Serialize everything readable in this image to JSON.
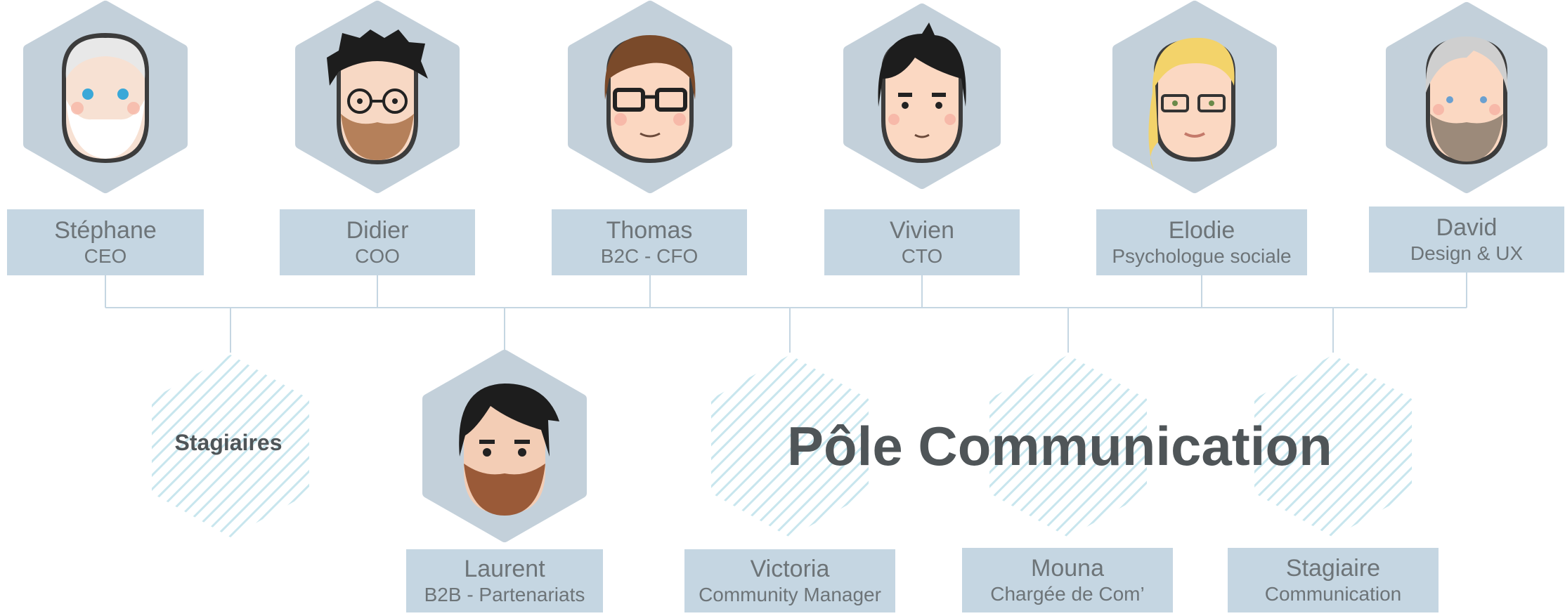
{
  "colors": {
    "hex_fill": "#c3d0da",
    "label_fill": "#c5d6e2",
    "label_text": "#6d7478",
    "connector": "#c5d6e2",
    "hatch": "#c8e6ee",
    "title_text": "#4f5558"
  },
  "top_row": [
    {
      "name": "Stéphane",
      "role": "CEO",
      "avatar": "old-man-white-beard-avatar"
    },
    {
      "name": "Didier",
      "role": "COO",
      "avatar": "curly-hair-glasses-beard-avatar"
    },
    {
      "name": "Thomas",
      "role": "B2C - CFO",
      "avatar": "brown-hair-glasses-avatar"
    },
    {
      "name": "Vivien",
      "role": "CTO",
      "avatar": "black-hair-young-man-avatar"
    },
    {
      "name": "Elodie",
      "role": "Psychologue sociale",
      "avatar": "blonde-woman-glasses-avatar"
    },
    {
      "name": "David",
      "role": "Design & UX",
      "avatar": "gray-hair-beard-avatar"
    }
  ],
  "bottom_row": [
    {
      "name": "",
      "role": "",
      "hex_label": "Stagiaires",
      "avatar": "hatched-placeholder"
    },
    {
      "name": "Laurent",
      "role": "B2B - Partenariats",
      "avatar": "black-hair-beard-avatar"
    },
    {
      "name": "Victoria",
      "role": "Community Manager",
      "avatar": "hatched-placeholder"
    },
    {
      "name": "Mouna",
      "role": "Chargée de Com’",
      "avatar": "hatched-placeholder"
    },
    {
      "name": "Stagiaire",
      "role": "Communication",
      "avatar": "hatched-placeholder"
    }
  ],
  "overlay_title": "Pôle Communication"
}
